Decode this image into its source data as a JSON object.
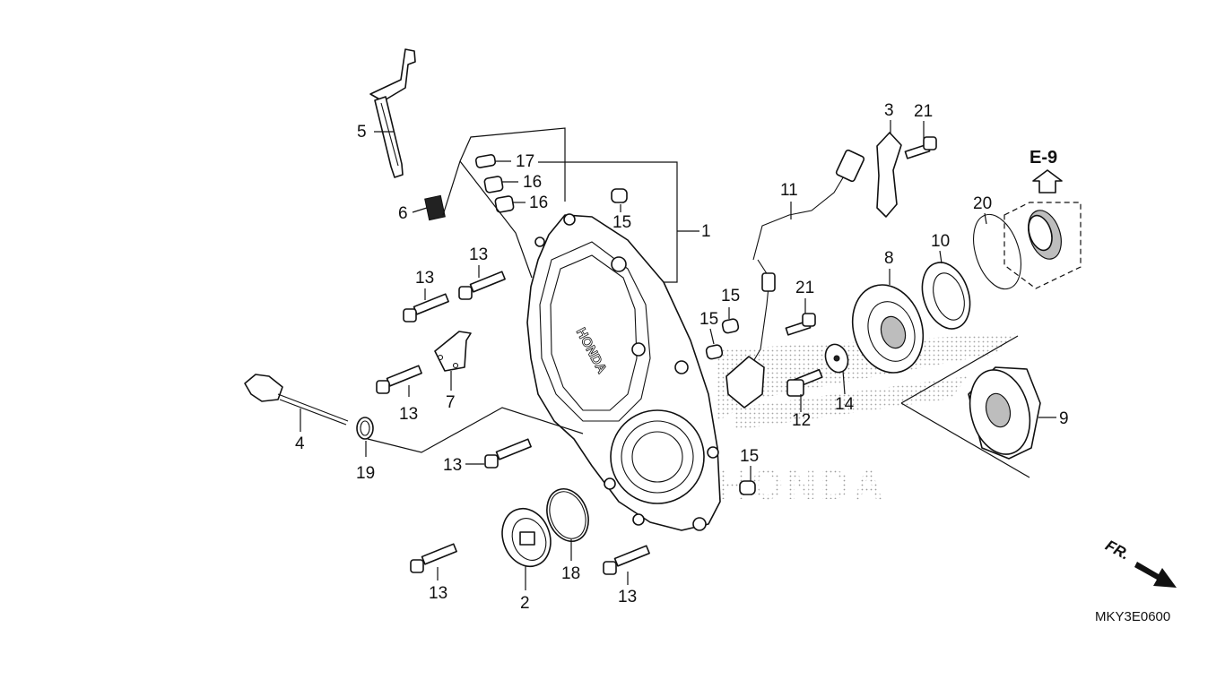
{
  "diagram": {
    "callouts": [
      "1",
      "2",
      "3",
      "4",
      "5",
      "6",
      "7",
      "8",
      "9",
      "10",
      "11",
      "12",
      "13",
      "14",
      "15",
      "16",
      "17",
      "18",
      "19",
      "20",
      "21"
    ],
    "label_13": "13",
    "label_15": "15",
    "label_16": "16",
    "label_21": "21",
    "reference": "E-9",
    "direction": "FR.",
    "diagram_code": "MKY3E0600",
    "watermark": "HONDA"
  }
}
